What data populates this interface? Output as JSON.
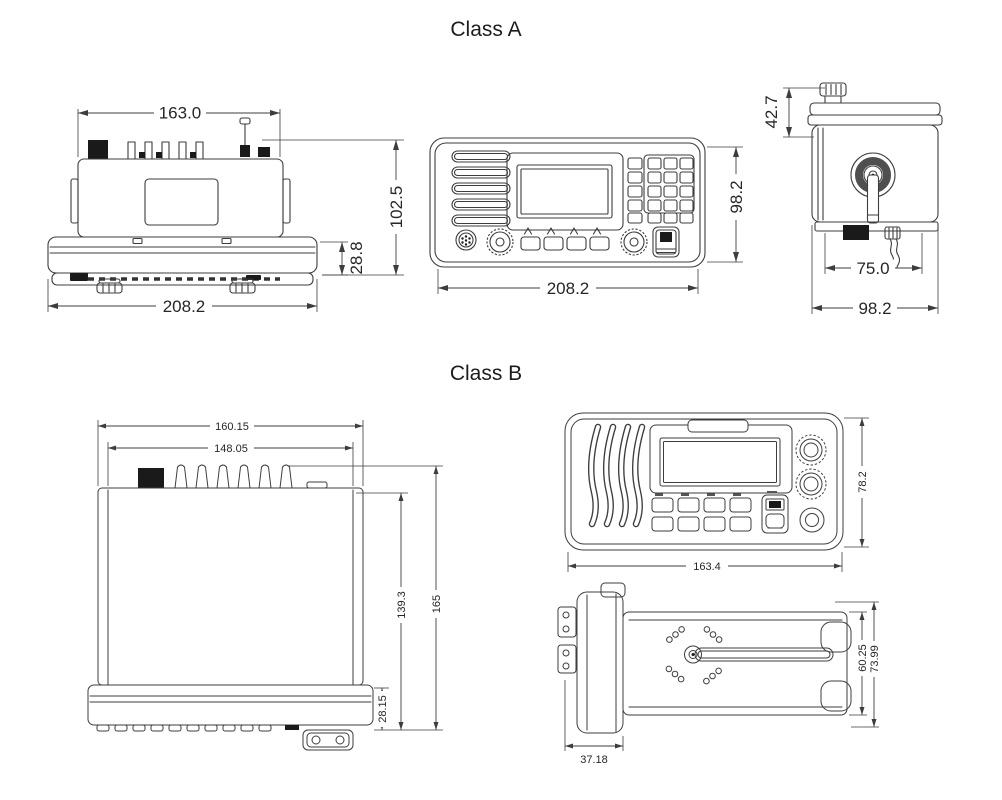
{
  "class_a": {
    "title": "Class A",
    "rear_view": {
      "top_width": "163.0",
      "bottom_width": "208.2",
      "front_panel_height": "28.8",
      "overall_height": "102.5"
    },
    "front_view": {
      "overall_width": "208.2",
      "overall_height": "98.2"
    },
    "side_view": {
      "antenna_height": "42.7",
      "body_depth": "75.0",
      "overall_depth": "98.2"
    }
  },
  "class_b": {
    "title": "Class B",
    "rear_view": {
      "overall_width": "160.15",
      "chassis_width": "148.05",
      "chassis_height": "139.3",
      "overall_height": "165",
      "front_panel_height": "28.15"
    },
    "front_view": {
      "overall_width": "163.4",
      "overall_height": "78.2"
    },
    "bottom_view": {
      "front_panel_depth": "37.18",
      "chassis_height": "60.25",
      "overall_height": "73.99"
    }
  },
  "colors": {
    "line": "#3d3d3d",
    "dark_fill": "#1a1a1a",
    "text": "#262626",
    "background": "#ffffff"
  }
}
